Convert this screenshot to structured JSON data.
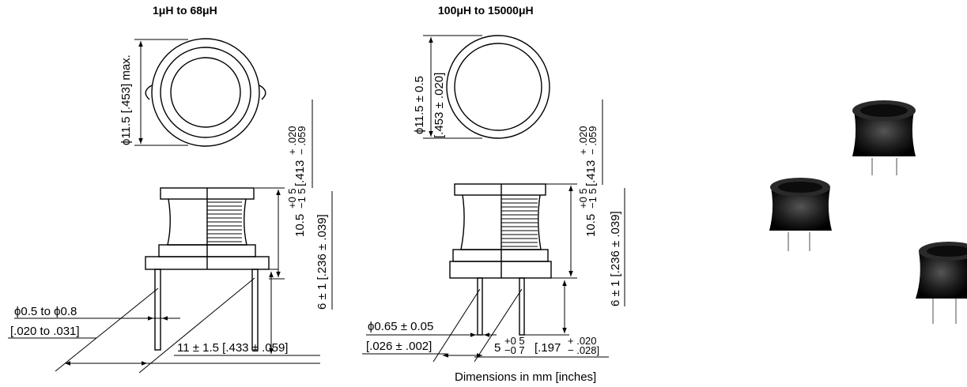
{
  "left": {
    "title": "1μH to 68μH",
    "top_diameter": "ϕ11.5 [.453] max.",
    "height_label": "10.5 +0.5 −1.5 [.413 +.020 −.059]",
    "height_main": "10.5",
    "height_tol_plus": "+0 5",
    "height_tol_minus": "−1 5",
    "height_in_main": "[.413",
    "height_in_plus": "+ .020",
    "height_in_minus": "− .059",
    "standoff": "6 ± 1 [.236 ± .039]",
    "lead_dia_line1": "ϕ0.5 to ϕ0.8",
    "lead_dia_line2": "[.020 to .031]",
    "pitch": "11 ± 1.5 [.433 ± .059]"
  },
  "middle": {
    "title": "100μH to 15000μH",
    "top_diameter_line1": "ϕ11.5 ± 0.5",
    "top_diameter_line2": "[.453 ± .020]",
    "height_main": "10.5",
    "height_tol_plus": "+0 5",
    "height_tol_minus": "−1 5",
    "height_in_main": "[.413",
    "height_in_plus": "+ .020",
    "height_in_minus": "− .059",
    "standoff": "6 ± 1 [.236 ± .039]",
    "lead_dia_line1": "ϕ0.65 ± 0.05",
    "lead_dia_line2": "[.026 ± .002]",
    "pitch_main": "5",
    "pitch_plus": "+0 5",
    "pitch_minus": "−0 7",
    "pitch_in_main": "[.197",
    "pitch_in_plus": "+ .020",
    "pitch_in_minus": "− .028]"
  },
  "footer_note": "Dimensions in mm [inches]",
  "colors": {
    "ink": "#000000",
    "paper": "#ffffff",
    "component": "#1a1a1a"
  }
}
